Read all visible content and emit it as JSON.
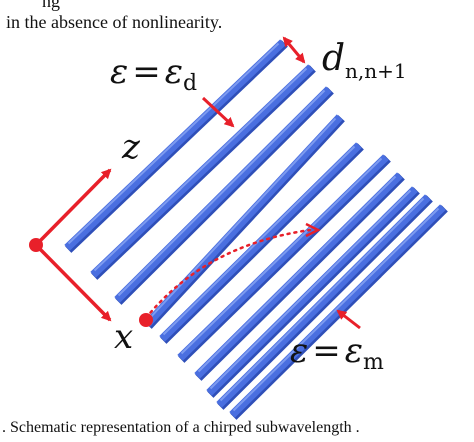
{
  "caption_top": {
    "line1": "in the absence of nonlinearity.",
    "line0_partial": "ng"
  },
  "caption_bottom": ". Schematic representation of a chirped subwavelength .",
  "labels": {
    "eps_d": {
      "lhs": "ε",
      "eq": "=",
      "base": "ε",
      "sub": "d"
    },
    "eps_m": {
      "lhs": "ε",
      "eq": "=",
      "base": "ε",
      "sub": "m"
    },
    "spacing": {
      "base": "d",
      "sub": "n,n+1"
    },
    "axis_z": "z",
    "axis_x": "x"
  },
  "colors": {
    "rod": "#4a6fe0",
    "rod_dark": "#2f4fb8",
    "rod_light": "#8aa6f5",
    "arrow": "#e8202a",
    "text": "#111111"
  },
  "rods_count": 10
}
